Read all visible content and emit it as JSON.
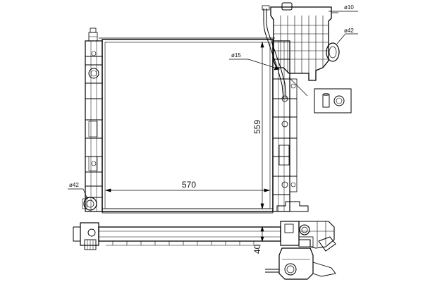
{
  "dimensions": {
    "width": "570",
    "height": "559",
    "depth": "40",
    "inlet_pipe_diameter": "ø42",
    "outlet_pipe_diameter": "ø42",
    "hose_diameter": "ø15",
    "cap_diameter": "ø10"
  },
  "colors": {
    "line": "#000000",
    "background": "#ffffff"
  }
}
